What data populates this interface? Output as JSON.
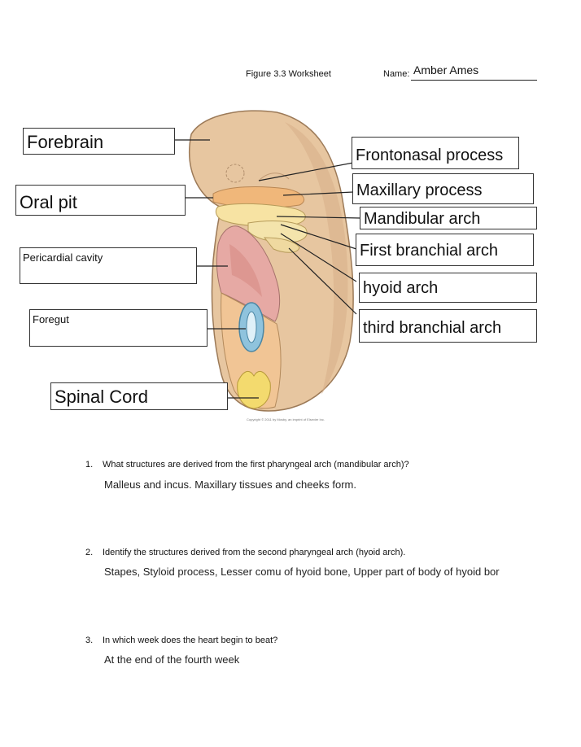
{
  "header": {
    "title": "Figure 3.3 Worksheet",
    "name_label": "Name:",
    "name_value": "Amber Ames"
  },
  "figure": {
    "labels": {
      "forebrain": "Forebrain",
      "oral_pit": "Oral pit",
      "pericardial_cavity": "Pericardial cavity",
      "foregut": "Foregut",
      "spinal_cord": "Spinal Cord",
      "frontonasal_process": "Frontonasal process",
      "maxillary_process": "Maxillary process",
      "mandibular_arch": "Mandibular arch",
      "first_branchial_arch": "First branchial arch",
      "hyoid_arch": "hyoid arch",
      "third_branchial_arch": "third branchial arch"
    },
    "copyright": "Copyright © 2011 by Mosby, an imprint of Elsevier Inc."
  },
  "questions": [
    {
      "number": "1.",
      "question": "What structures are derived from the first pharyngeal arch (mandibular arch)?",
      "answer": "Malleus and incus. Maxillary tissues and cheeks form."
    },
    {
      "number": "2.",
      "question": "Identify the structures derived from the second pharyngeal arch (hyoid arch).",
      "answer": "Stapes, Styloid process, Lesser comu of hyoid bone, Upper part of body of hyoid bor"
    },
    {
      "number": "3.",
      "question": "In which week does the heart begin to beat?",
      "answer": "At the end of the fourth week"
    }
  ]
}
